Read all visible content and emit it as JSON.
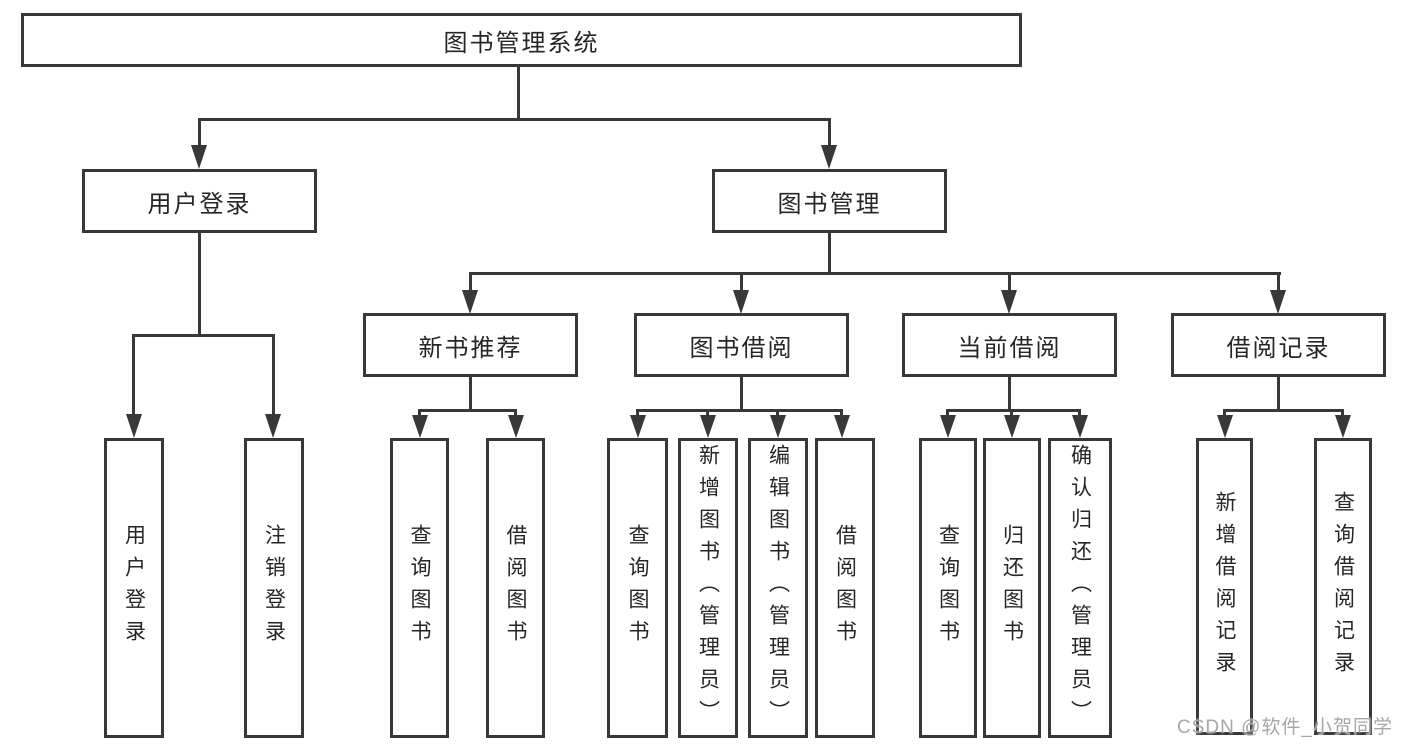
{
  "diagram_title": "图书管理系统",
  "nodes": {
    "root": {
      "label": "图书管理系统"
    },
    "user_login": {
      "label": "用户登录"
    },
    "book_mgmt": {
      "label": "图书管理"
    },
    "new_book_rec": {
      "label": "新书推荐"
    },
    "book_borrow": {
      "label": "图书借阅"
    },
    "current_borrow": {
      "label": "当前借阅"
    },
    "borrow_record": {
      "label": "借阅记录"
    },
    "leaf_user_login": {
      "label": "用户登录"
    },
    "leaf_logout": {
      "label": "注销登录"
    },
    "leaf_query_book_rec": {
      "label": "查询图书"
    },
    "leaf_borrow_book_rec": {
      "label": "借阅图书"
    },
    "leaf_query_book_borrow": {
      "label": "查询图书"
    },
    "leaf_add_book": {
      "label": "新增图书（管理员）"
    },
    "leaf_edit_book": {
      "label": "编辑图书（管理员）"
    },
    "leaf_borrow_book": {
      "label": "借阅图书"
    },
    "leaf_query_book_current": {
      "label": "查询图书"
    },
    "leaf_return_book": {
      "label": "归还图书"
    },
    "leaf_confirm_return": {
      "label": "确认归还（管理员）"
    },
    "leaf_add_borrow_rec": {
      "label": "新增借阅记录"
    },
    "leaf_query_borrow_rec": {
      "label": "查询借阅记录"
    }
  },
  "hierarchy": {
    "图书管理系统": [
      "用户登录",
      "图书管理"
    ],
    "用户登录": [
      "用户登录",
      "注销登录"
    ],
    "图书管理": [
      "新书推荐",
      "图书借阅",
      "当前借阅",
      "借阅记录"
    ],
    "新书推荐": [
      "查询图书",
      "借阅图书"
    ],
    "图书借阅": [
      "查询图书",
      "新增图书（管理员）",
      "编辑图书（管理员）",
      "借阅图书"
    ],
    "当前借阅": [
      "查询图书",
      "归还图书",
      "确认归还（管理员）"
    ],
    "借阅记录": [
      "新增借阅记录",
      "查询借阅记录"
    ]
  },
  "watermark": {
    "text": "CSDN @软件_小贺同学"
  },
  "colors": {
    "line": "#383838",
    "text": "#262626",
    "watermark": "#a7a7a7",
    "background": "#ffffff"
  }
}
